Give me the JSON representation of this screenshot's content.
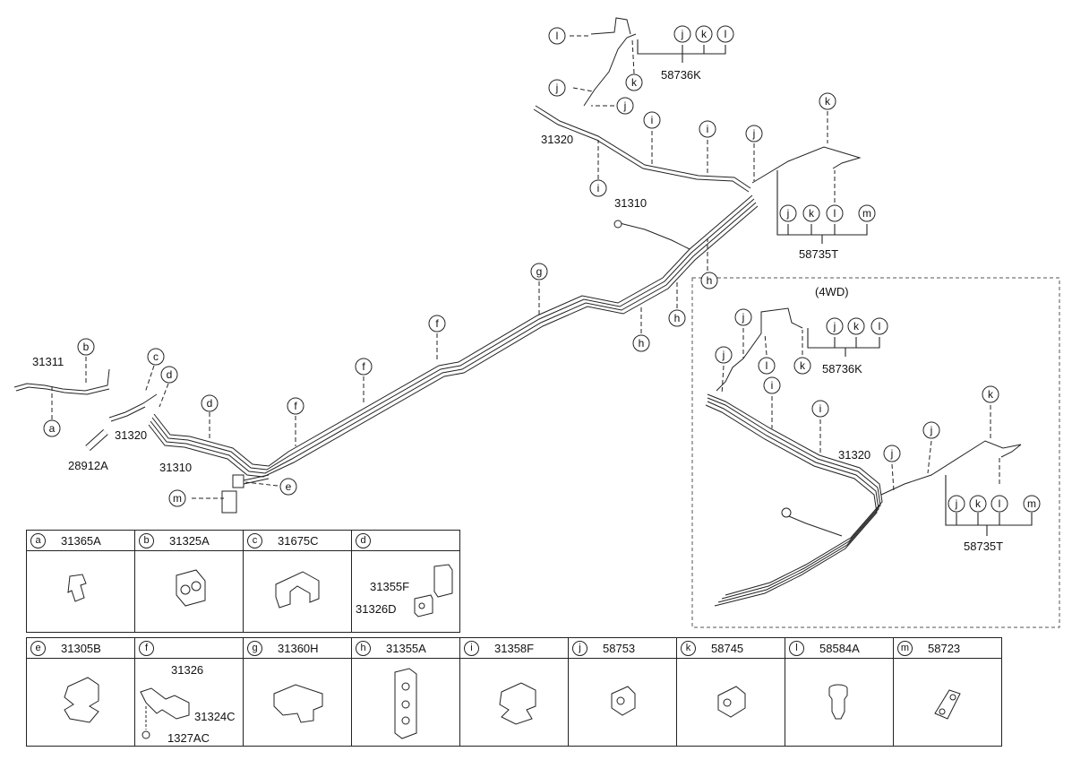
{
  "callouts": {
    "a": "a",
    "b": "b",
    "c": "c",
    "d": "d",
    "e": "e",
    "f": "f",
    "g": "g",
    "h": "h",
    "i": "i",
    "j": "j",
    "k": "k",
    "l": "l",
    "m": "m"
  },
  "labels": {
    "p31311": "31311",
    "p31320_main": "31320",
    "p28912A": "28912A",
    "p31310_main": "31310",
    "p31320_top": "31320",
    "p31310_top": "31310",
    "p58736K_top": "58736K",
    "p58735T_top": "58735T",
    "fourwd": "(4WD)",
    "p58736K_4wd": "58736K",
    "p31320_4wd": "31320",
    "p58735T_4wd": "58735T"
  },
  "table": [
    {
      "key": "a",
      "part": "31365A"
    },
    {
      "key": "b",
      "part": "31325A"
    },
    {
      "key": "c",
      "part": "31675C"
    },
    {
      "key": "d",
      "part": "",
      "sub": [
        "31355F",
        "31326D"
      ]
    },
    {
      "key": "e",
      "part": "31305B"
    },
    {
      "key": "f",
      "part": "",
      "sub": [
        "31326",
        "31324C",
        "1327AC"
      ]
    },
    {
      "key": "g",
      "part": "31360H"
    },
    {
      "key": "h",
      "part": "31355A"
    },
    {
      "key": "i",
      "part": "31358F"
    },
    {
      "key": "j",
      "part": "58753"
    },
    {
      "key": "k",
      "part": "58745"
    },
    {
      "key": "l",
      "part": "58584A"
    },
    {
      "key": "m",
      "part": "58723"
    }
  ]
}
